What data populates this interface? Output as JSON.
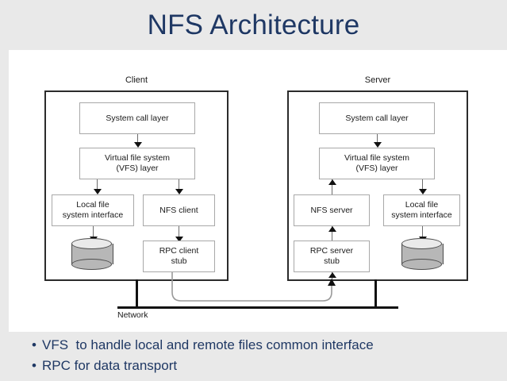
{
  "slide": {
    "title": "NFS Architecture",
    "title_color": "#1f3864",
    "panel_background": "#ffffff",
    "slide_background": "#e9e9e9"
  },
  "diagram": {
    "client": {
      "label": "Client",
      "nodes": {
        "system_call": "System call layer",
        "vfs": "Virtual file system\n(VFS) layer",
        "local_fs": "Local file\nsystem interface",
        "nfs_client": "NFS client",
        "rpc_stub": "RPC client\nstub"
      },
      "disk_name": "disk-cylinder"
    },
    "server": {
      "label": "Server",
      "nodes": {
        "system_call": "System call layer",
        "vfs": "Virtual file system\n(VFS) layer",
        "nfs_server": "NFS server",
        "rpc_stub": "RPC server\nstub",
        "local_fs": "Local file\nsystem interface"
      },
      "disk_name": "disk-cylinder"
    },
    "network": {
      "label": "Network"
    },
    "icons": {
      "arrow_down": "arrow-down-icon",
      "arrow_up": "arrow-up-icon",
      "disk": "disk-icon"
    }
  },
  "bullets": [
    {
      "marker": "•",
      "text": "VFS  to handle local and remote files common interface"
    },
    {
      "marker": "•",
      "text": "RPC for data transport"
    }
  ]
}
